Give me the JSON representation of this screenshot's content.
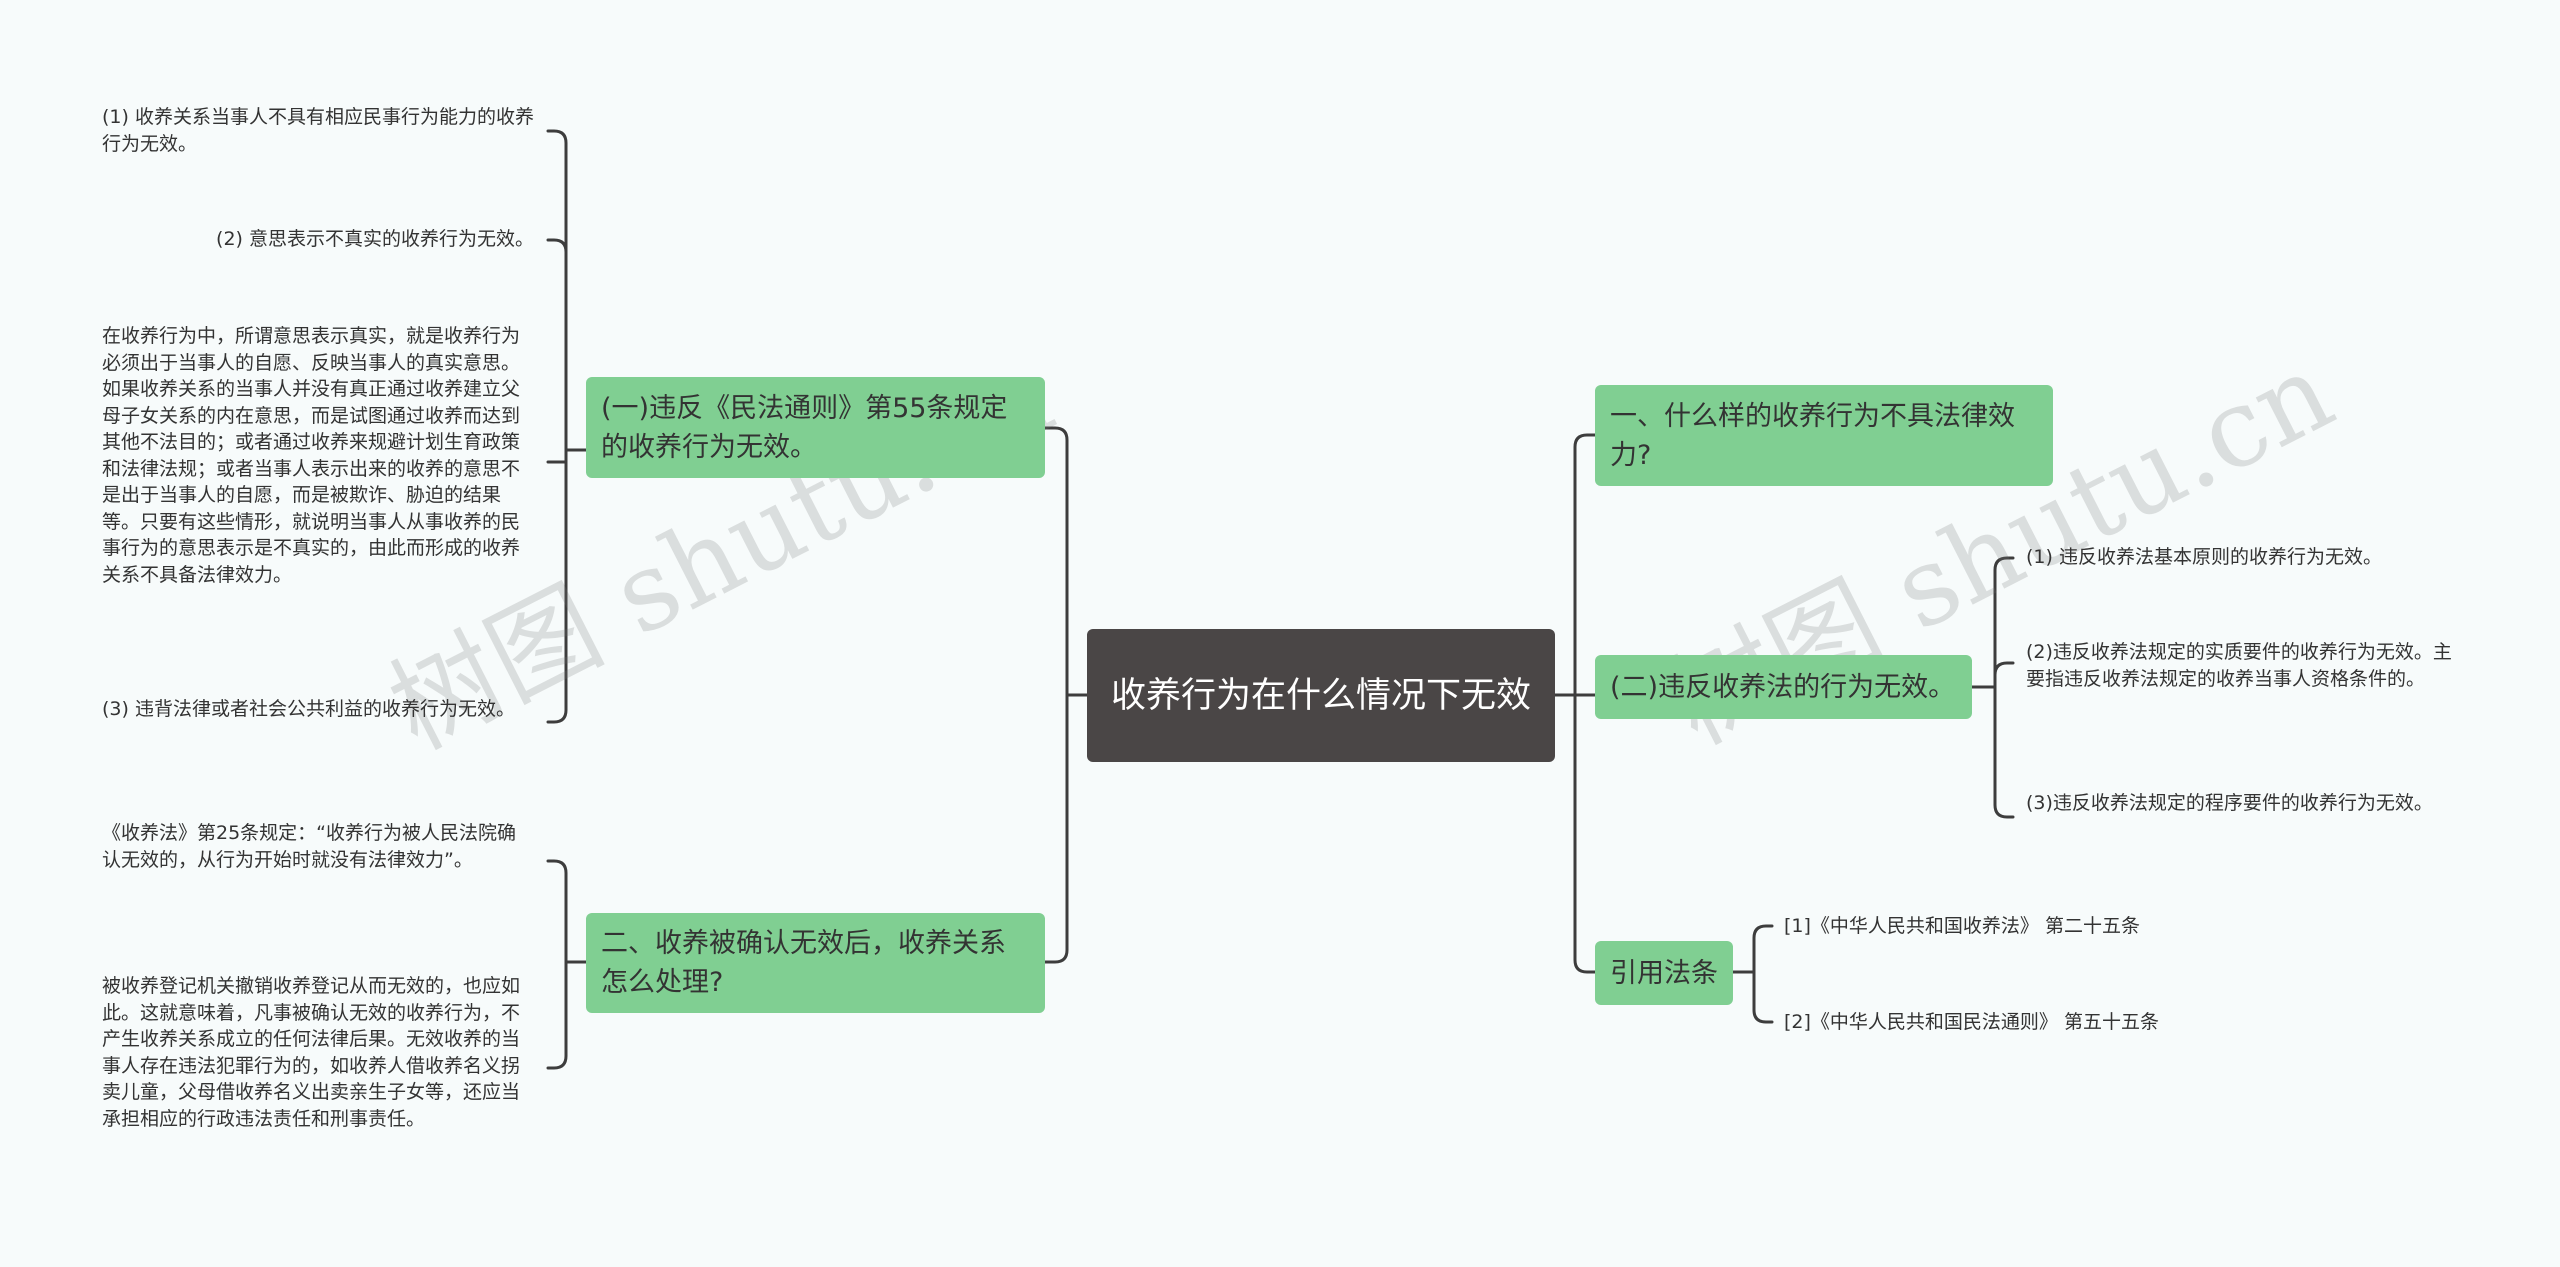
{
  "root": {
    "title": "收养行为在什么情况下无效"
  },
  "left": {
    "branch1": {
      "label": "(一)违反《民法通则》第55条规定的收养行为无效。",
      "leaves": [
        "(1) 收养关系当事人不具有相应民事行为能力的收养行为无效。",
        "(2) 意思表示不真实的收养行为无效。",
        "在收养行为中，所谓意思表示真实，就是收养行为必须出于当事人的自愿、反映当事人的真实意思。如果收养关系的当事人并没有真正通过收养建立父母子女关系的内在意思，而是试图通过收养而达到其他不法目的；或者通过收养来规避计划生育政策和法律法规；或者当事人表示出来的收养的意思不是出于当事人的自愿，而是被欺诈、胁迫的结果等。只要有这些情形，就说明当事人从事收养的民事行为的意思表示是不真实的，由此而形成的收养关系不具备法律效力。",
        "(3) 违背法律或者社会公共利益的收养行为无效。"
      ]
    },
    "branch2": {
      "label": "二、收养被确认无效后，收养关系怎么处理?",
      "leaves": [
        "《收养法》第25条规定：“收养行为被人民法院确认无效的，从行为开始时就没有法律效力”。",
        "被收养登记机关撤销收养登记从而无效的，也应如此。这就意味着，凡事被确认无效的收养行为，不产生收养关系成立的任何法律后果。无效收养的当事人存在违法犯罪行为的，如收养人借收养名义拐卖儿童，父母借收养名义出卖亲生子女等，还应当承担相应的行政违法责任和刑事责任。"
      ]
    }
  },
  "right": {
    "branch1": {
      "label": "一、什么样的收养行为不具法律效力?"
    },
    "branch2": {
      "label": "(二)违反收养法的行为无效。",
      "leaves": [
        "(1) 违反收养法基本原则的收养行为无效。",
        "(2)违反收养法规定的实质要件的收养行为无效。主要指违反收养法规定的收养当事人资格条件的。",
        "(3)违反收养法规定的程序要件的收养行为无效。"
      ]
    },
    "branch3": {
      "label": "引用法条",
      "leaves": [
        "[1]《中华人民共和国收养法》 第二十五条",
        "[2]《中华人民共和国民法通则》 第五十五条"
      ]
    }
  },
  "watermark": [
    "树图 shutu.cn",
    "树图 shutu.cn"
  ],
  "colors": {
    "root_bg": "#4a4646",
    "branch_bg": "#80cf92",
    "line": "#3d3d3d",
    "background": "#f7fbfb"
  }
}
